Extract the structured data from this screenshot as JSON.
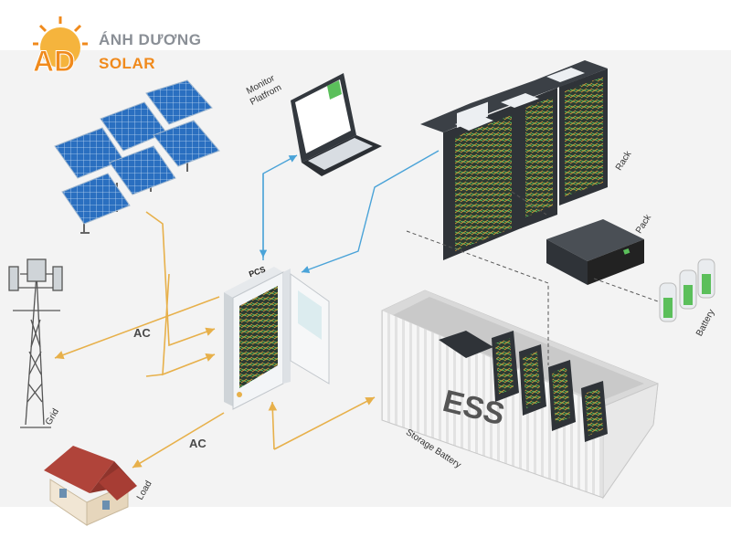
{
  "brand": {
    "name": "ÁNH DƯƠNG",
    "sub": "SOLAR",
    "mark": "AD",
    "colors": {
      "orange": "#f08a1c",
      "grey": "#8a8f96",
      "blue": "#2a6fc0"
    }
  },
  "labels": {
    "monitor_line1": "Monitor",
    "monitor_line2": "Platfrom",
    "rack": "Rack",
    "pack": "Pack",
    "battery": "Battery",
    "pcs": "PCS",
    "ess": "ESS",
    "storage": "Storage Battery",
    "grid": "Grid",
    "load": "Load",
    "ac_grid": "AC",
    "ac_load": "AC"
  },
  "colors": {
    "ac_line": "#e7b04a",
    "data_line": "#4aa3d8",
    "dashed_line": "#555555",
    "container": "#f4f4f4",
    "rack_body": "#2f3338",
    "roof": "#b0443a"
  },
  "icons": [
    "solar-panel-array-icon",
    "grid-tower-icon",
    "house-icon",
    "laptop-icon",
    "pcs-cabinet-icon",
    "server-rack-icon",
    "battery-pack-icon",
    "battery-cells-icon",
    "ess-container-icon"
  ]
}
